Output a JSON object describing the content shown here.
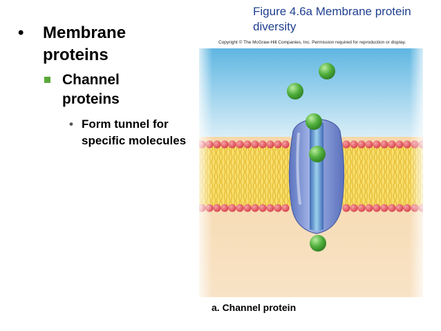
{
  "figure": {
    "title": "Figure 4.6a Membrane protein diversity",
    "copyright": "Copyright © The McGraw-Hill Companies, Inc. Permission required for reproduction or display.",
    "caption": "a. Channel protein"
  },
  "bullets": {
    "level1": "Membrane proteins",
    "level2": "Channel proteins",
    "level3": "Form tunnel for specific molecules"
  },
  "colors": {
    "title_blue": "#1f3f8f",
    "bullet_green": "#5aa83a",
    "extracellular_blue": "#7fc6e6",
    "cytoplasm_tan": "#f2c58a",
    "phospholipid_head": "#e2575d",
    "lipid_tail": "#f3d24a",
    "protein": "#7f95d2",
    "molecule": "#4fae3b"
  }
}
